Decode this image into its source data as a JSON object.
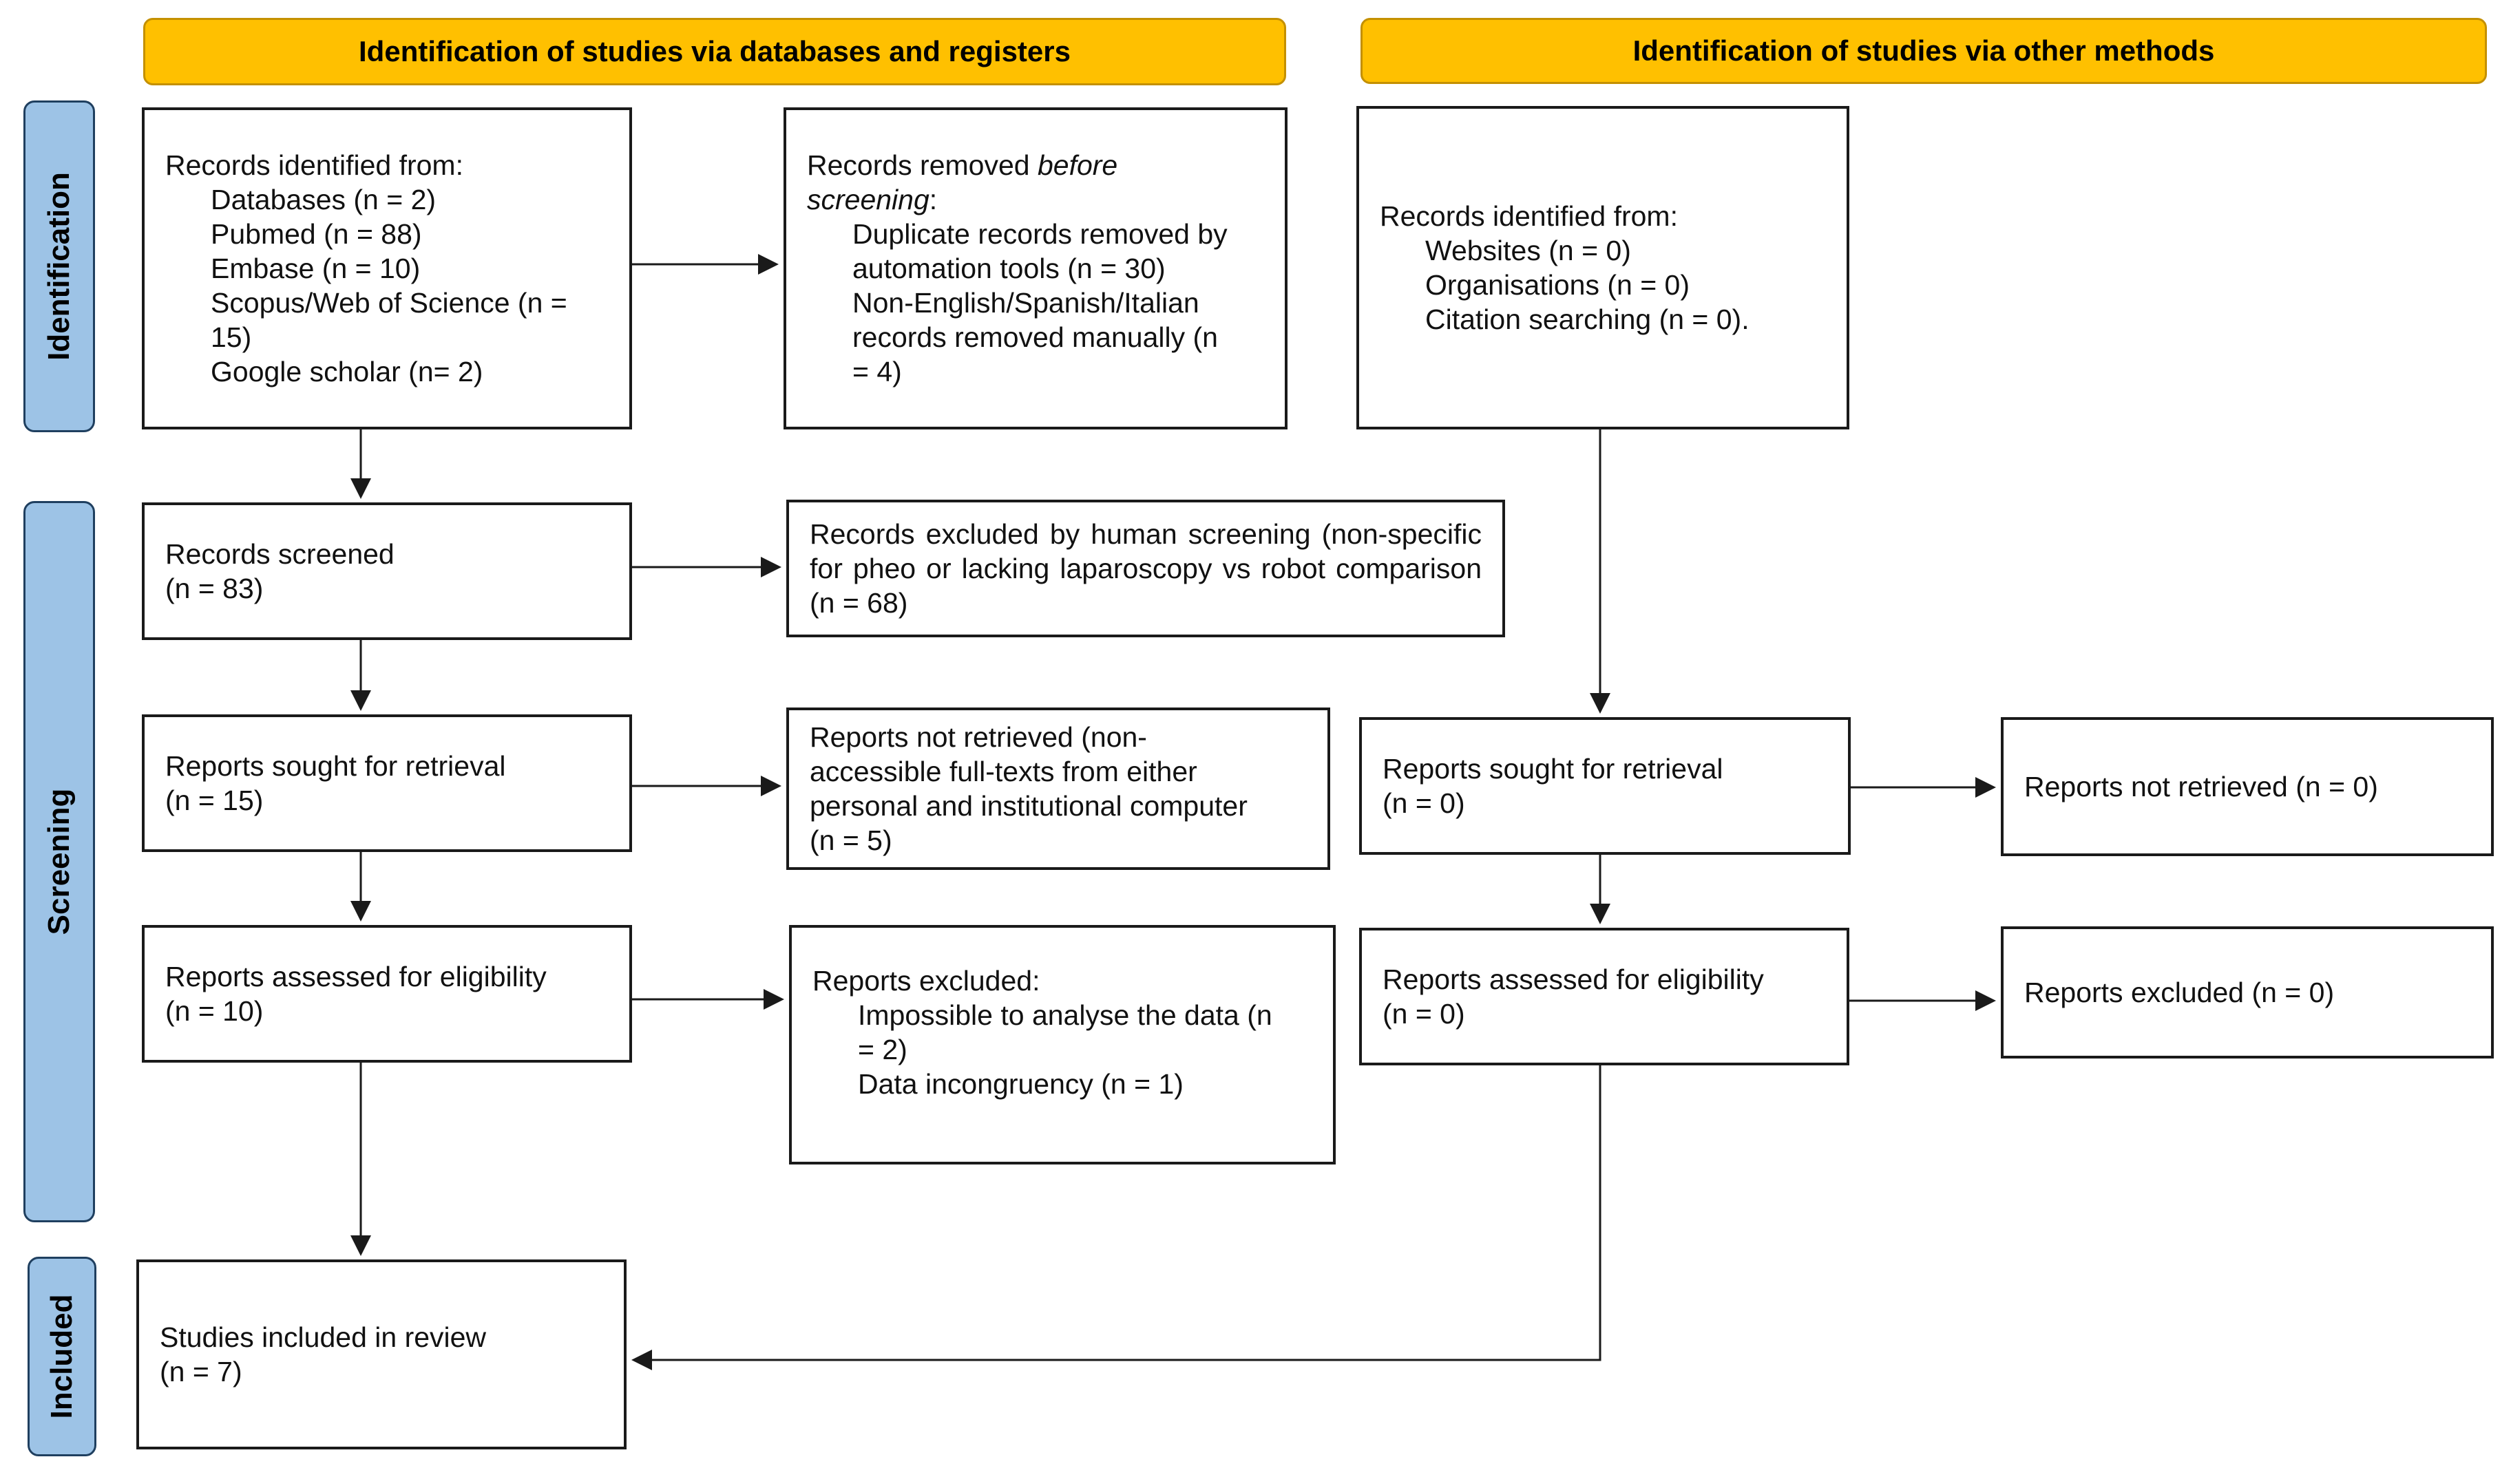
{
  "headers": {
    "databases": "Identification of studies via databases and registers",
    "other": "Identification of studies via other methods"
  },
  "stages": {
    "identification": "Identification",
    "screening": "Screening",
    "included": "Included"
  },
  "left": {
    "identified": {
      "title": "Records identified from:",
      "items": [
        "Databases (n = 2)",
        "Pubmed (n = 88)",
        "Embase (n = 10)",
        "Scopus/Web of Science (n =",
        "15)",
        "Google scholar (n= 2)"
      ]
    },
    "removed": {
      "title_pre": "Records removed ",
      "title_em": "before",
      "title_em2": "screening",
      "title_post": ":",
      "items": [
        "Duplicate records removed by",
        "automation tools (n = 30)",
        "Non-English/Spanish/Italian",
        "records removed manually (n",
        "= 4)"
      ]
    },
    "screened": {
      "title": "Records screened",
      "n": "(n = 83)"
    },
    "excluded": {
      "text": "Records excluded by human screening (non-specific for pheo or lacking laparoscopy vs robot comparison (n = 68)"
    },
    "sought": {
      "title": "Reports sought for retrieval",
      "n": "(n = 15)"
    },
    "not_retrieved": {
      "lines": [
        "Reports not retrieved (non-",
        "accessible full-texts from either",
        "personal and institutional computer",
        "(n = 5)"
      ]
    },
    "assessed": {
      "title": "Reports assessed for eligibility",
      "n": "(n = 10)"
    },
    "reports_excluded": {
      "title": "Reports excluded:",
      "items": [
        "Impossible to analyse the data (n",
        "= 2)",
        "Data incongruency (n = 1)"
      ]
    },
    "included": {
      "title": "Studies included in review",
      "n": "(n = 7)"
    }
  },
  "right": {
    "identified": {
      "title": "Records identified from:",
      "items": [
        "Websites (n = 0)",
        "Organisations (n = 0)",
        "Citation searching (n = 0)."
      ]
    },
    "sought": {
      "title": "Reports sought for retrieval",
      "n": "(n = 0)"
    },
    "not_retrieved": {
      "text": "Reports not retrieved (n = 0)"
    },
    "assessed": {
      "title": "Reports assessed for eligibility",
      "n": "(n = 0)"
    },
    "excluded": {
      "text": "Reports excluded (n = 0)"
    }
  },
  "colors": {
    "header_fill": "#ffc000",
    "stage_fill": "#9dc3e6",
    "box_border": "#1a1a1a"
  }
}
